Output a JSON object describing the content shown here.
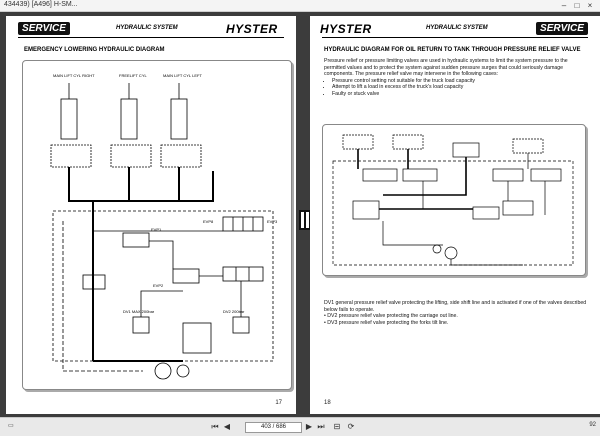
{
  "window": {
    "title": "434439) [A496] H-SM...",
    "controls": [
      "–",
      "□",
      "×"
    ]
  },
  "left_page": {
    "service_badge": "SERVICE",
    "section": "HYDRAULIC SYSTEM",
    "brand": "HYSTER",
    "heading": "EMERGENCY LOWERING HYDRAULIC DIAGRAM",
    "page_number": "17",
    "diagram_labels": {
      "cyl_right": "MAIN LIFT CYL RIGHT",
      "cyl_free": "FREELIFT CYL",
      "cyl_left": "MAIN LIFT CYL LEFT",
      "evp1": "EVP1",
      "evp2": "EVP2",
      "evp3": "EVP3",
      "evp8": "EVP8",
      "dv1": "DV1 MAX 200bar",
      "dv2": "DV2 200bar"
    }
  },
  "right_page": {
    "section": "HYDRAULIC SYSTEM",
    "brand": "HYSTER",
    "service_badge": "SERVICE",
    "heading": "HYDRAULIC DIAGRAM FOR OIL RETURN TO TANK THROUGH PRESSURE RELIEF VALVE",
    "intro": "Pressure relief or pressure limiting valves are used in hydraulic systems to limit the system pressure to the permitted values and to protect the system against sudden pressure surges that could seriously damage components. The pressure relief valve may intervene in the following cases:",
    "bullets": [
      "Pressure control setting not suitable for the truck load capacity",
      "Attempt to lift a load in excess of the truck's load capacity",
      "Faulty or stuck valve"
    ],
    "footer_text": [
      "DV1 general pressure relief valve protecting the lifting, side shift line and is activated if one of the valves described below fails to operate.",
      "• DV2 pressure relief valve protecting the carriage out line.",
      "• DV3 pressure relief valve protecting the forks tilt line."
    ],
    "page_number": "18"
  },
  "statusbar": {
    "page_field": "403 / 686",
    "zoom": "92"
  }
}
